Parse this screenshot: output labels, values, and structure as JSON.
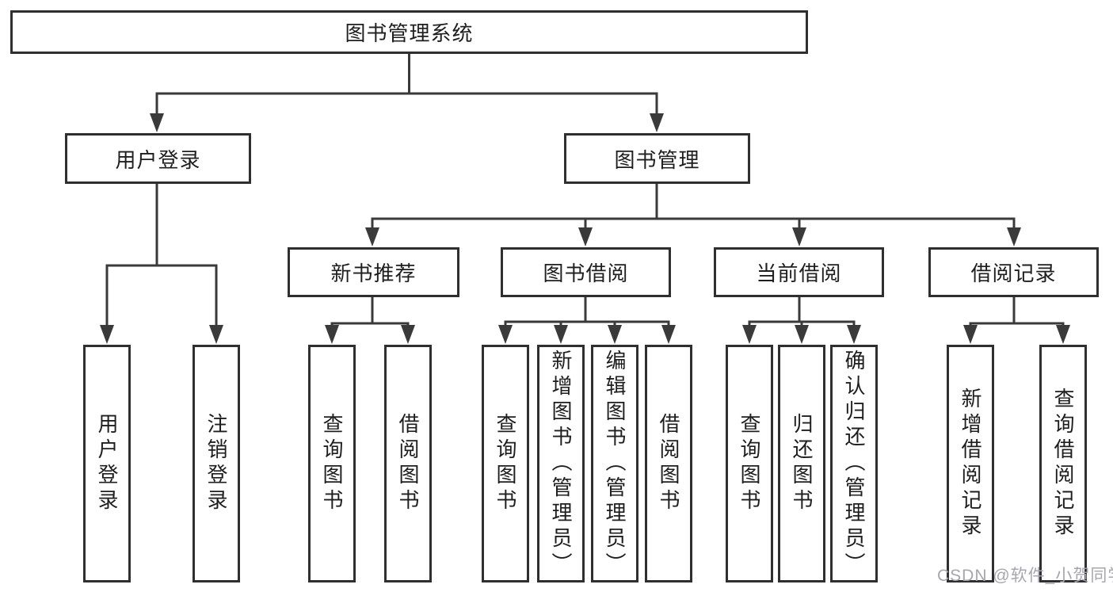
{
  "colors": {
    "line": "#3a3a3a",
    "box_border": "#2f2f2f",
    "text": "#1e1e1e",
    "watermark": "#a6a6b0",
    "bg": "#ffffff"
  },
  "watermark": {
    "text": "CSDN @软件_小贺同学"
  },
  "tree": {
    "root": {
      "label": "图书管理系统"
    },
    "children": [
      {
        "label": "用户登录",
        "children": [
          {
            "label": "用户登录"
          },
          {
            "label": "注销登录"
          }
        ]
      },
      {
        "label": "图书管理",
        "children": [
          {
            "label": "新书推荐",
            "children": [
              {
                "label": "查询图书"
              },
              {
                "label": "借阅图书"
              }
            ]
          },
          {
            "label": "图书借阅",
            "children": [
              {
                "label": "查询图书"
              },
              {
                "label": "新增图书（管理员）"
              },
              {
                "label": "编辑图书（管理员）"
              },
              {
                "label": "借阅图书"
              }
            ]
          },
          {
            "label": "当前借阅",
            "children": [
              {
                "label": "查询图书"
              },
              {
                "label": "归还图书"
              },
              {
                "label": "确认归还（管理员）"
              }
            ]
          },
          {
            "label": "借阅记录",
            "children": [
              {
                "label": "新增借阅记录"
              },
              {
                "label": "查询借阅记录"
              }
            ]
          }
        ]
      }
    ]
  }
}
